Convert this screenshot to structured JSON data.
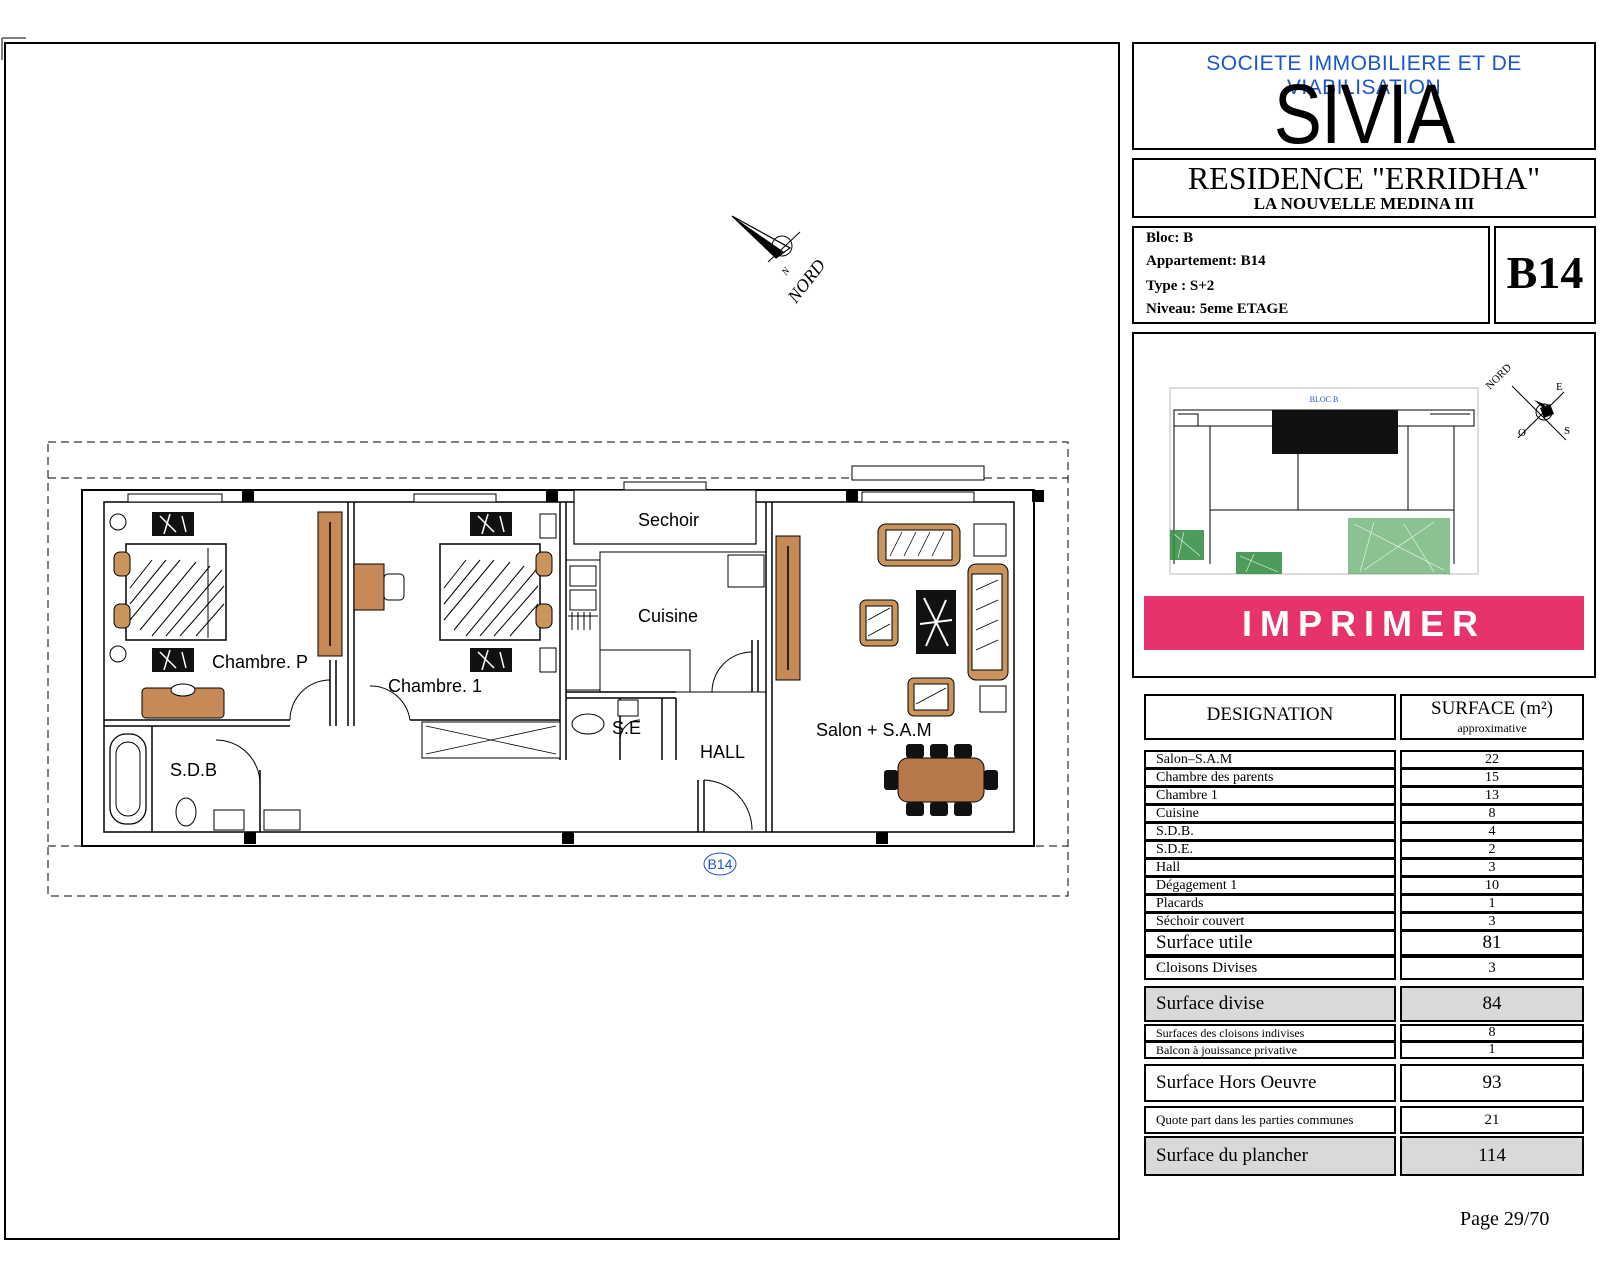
{
  "plan": {
    "orientation_label": "NORD",
    "orientation_letter": "N",
    "apartment_label": "B14",
    "rooms": [
      "Sechoir",
      "Cuisine",
      "Chambre. P",
      "Chambre. 1",
      "S.E",
      "HALL",
      "Salon + S.A.M",
      "S.D.B"
    ]
  },
  "company": {
    "line": "SOCIETE IMMOBILIERE ET DE VIABILISATION",
    "name": "SIVIA",
    "accent_color": "#1a56c9"
  },
  "residence": {
    "name": "RESIDENCE \"ERRIDHA\"",
    "subtitle": "LA NOUVELLE MEDINA III"
  },
  "apartment_info": {
    "bloc": "Bloc: B",
    "appartement": "Appartement: B14",
    "type": "Type :  S+2",
    "niveau": "Niveau: 5eme ETAGE",
    "code": "B14"
  },
  "site_map": {
    "bloc_label": "BLOC B",
    "compass_nord": "NORD",
    "compass_e": "E",
    "compass_s": "S",
    "compass_o": "O"
  },
  "print_button": {
    "label": "IMPRIMER",
    "color": "#e7336b"
  },
  "surfaces": {
    "header_designation": "DESIGNATION",
    "header_surface": "SURFACE (m²)",
    "header_surface_sub": "approximative",
    "rows": [
      {
        "label": "Salon–S.A.M",
        "value": "22"
      },
      {
        "label": "Chambre des parents",
        "value": "15"
      },
      {
        "label": "Chambre 1",
        "value": "13"
      },
      {
        "label": "Cuisine",
        "value": "8"
      },
      {
        "label": "S.D.B.",
        "value": "4"
      },
      {
        "label": "S.D.E.",
        "value": "2"
      },
      {
        "label": "Hall",
        "value": "3"
      },
      {
        "label": "Dégagement 1",
        "value": "10"
      },
      {
        "label": "Placards",
        "value": "1"
      },
      {
        "label": "Séchoir couvert",
        "value": "3"
      }
    ],
    "surface_utile": {
      "label": "Surface utile",
      "value": "81"
    },
    "cloisons_divises": {
      "label": "Cloisons Divises",
      "value": "3"
    },
    "surface_divise": {
      "label": "Surface divise",
      "value": "84"
    },
    "cloisons_indivises": {
      "label": "Surfaces des cloisons indivises",
      "value": "8"
    },
    "balcon": {
      "label": "Balcon à jouissance privative",
      "value": "1"
    },
    "hors_oeuvre": {
      "label": "Surface Hors Oeuvre",
      "value": "93"
    },
    "quote_part": {
      "label": "Quote part dans les parties communes",
      "value": "21"
    },
    "plancher": {
      "label": "Surface du plancher",
      "value": "114"
    }
  },
  "page": "Page 29/70"
}
